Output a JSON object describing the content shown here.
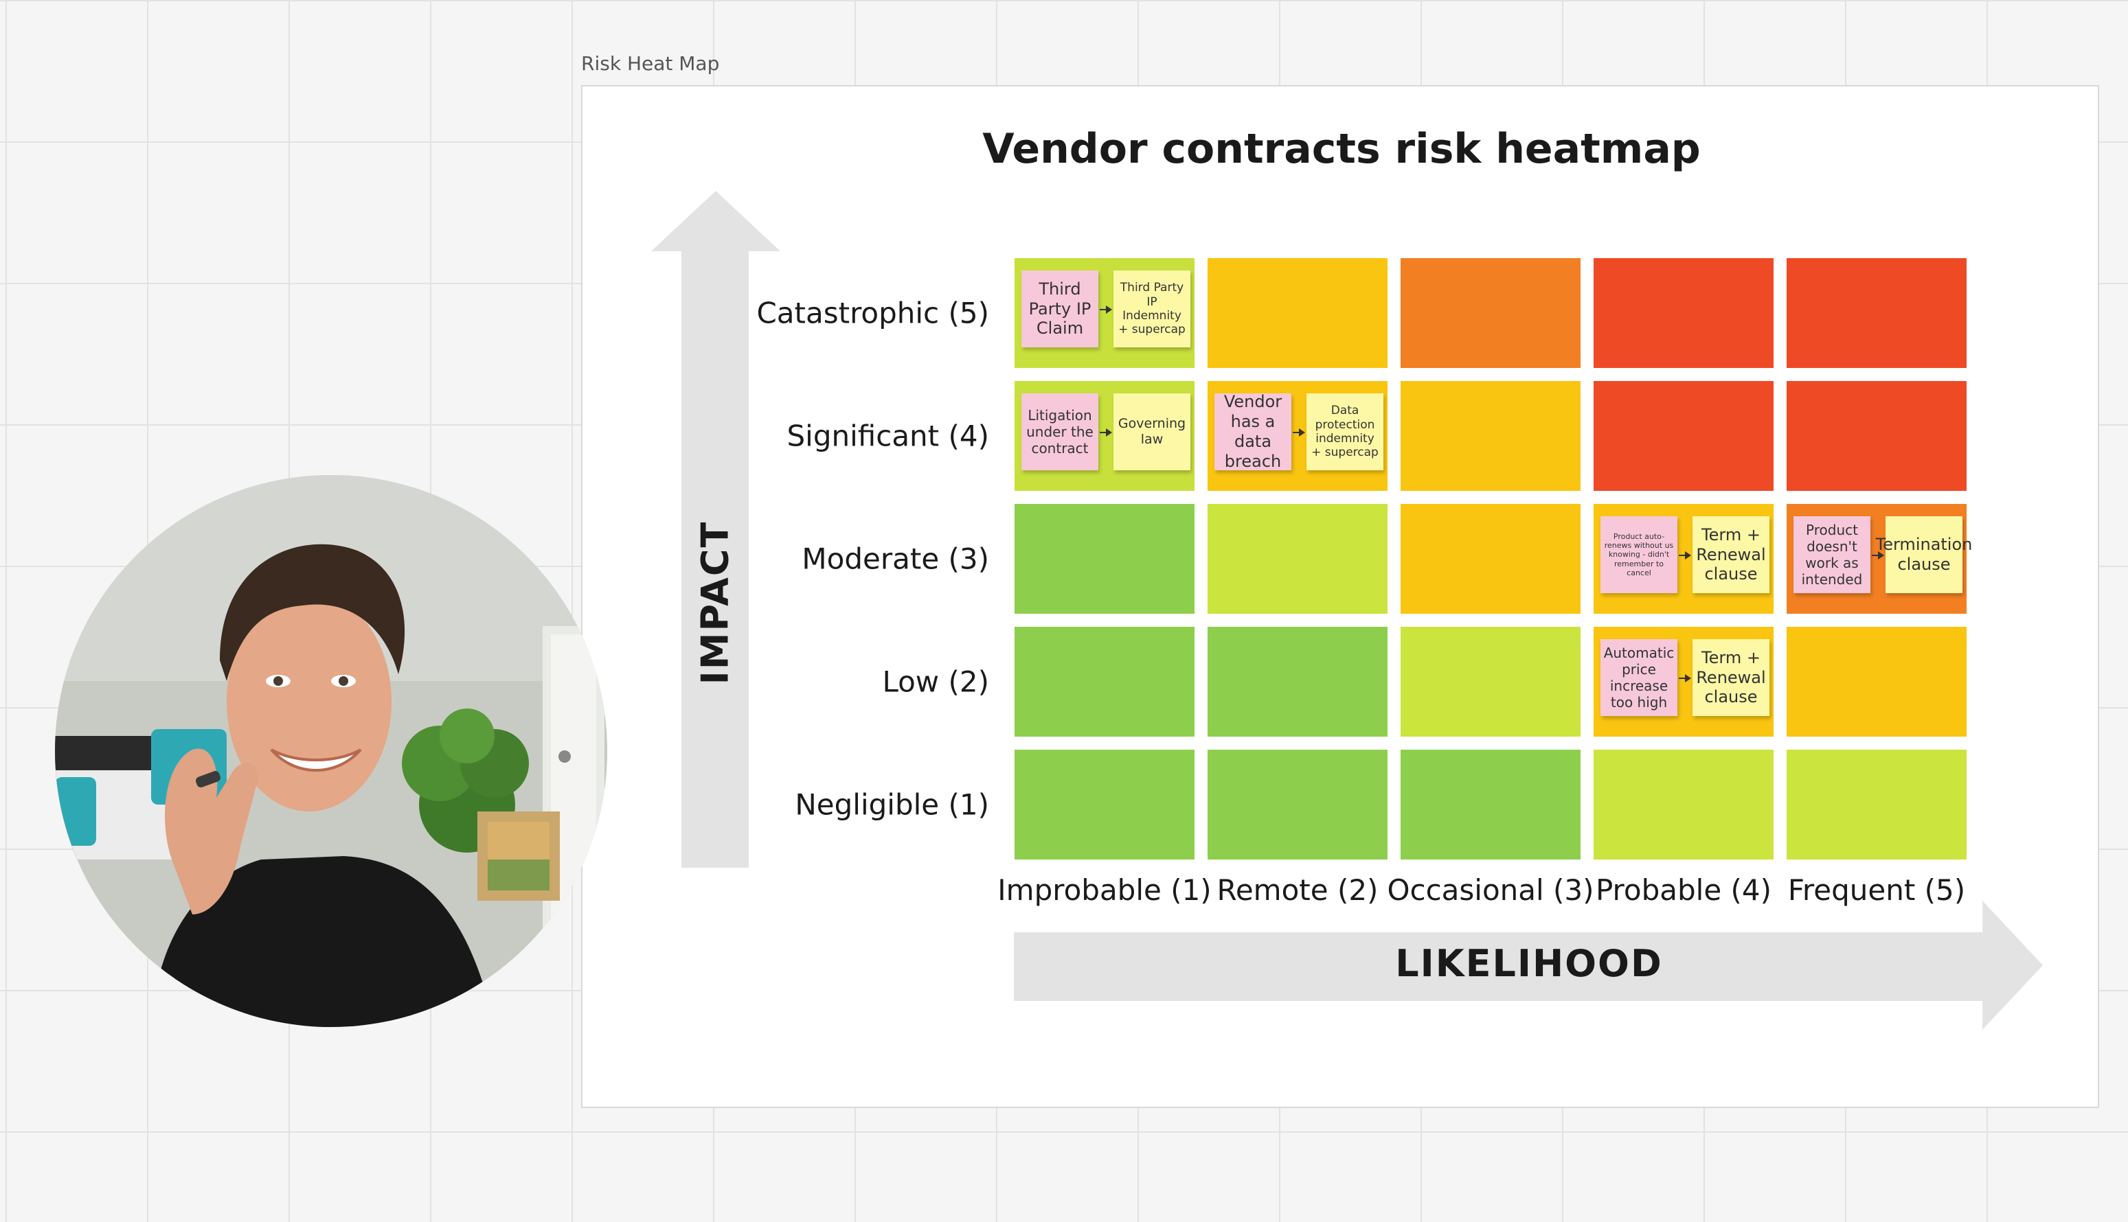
{
  "frame": {
    "label": "Risk Heat Map"
  },
  "heatmap": {
    "title": "Vendor contracts risk heatmap",
    "y_axis_title": "IMPACT",
    "x_axis_title": "LIKELIHOOD",
    "row_labels": [
      "Catastrophic (5)",
      "Significant (4)",
      "Moderate (3)",
      "Low (2)",
      "Negligible (1)"
    ],
    "col_labels": [
      "Improbable (1)",
      "Remote (2)",
      "Occasional (3)",
      "Probable (4)",
      "Frequent (5)"
    ],
    "cell_colors": [
      [
        "#c8e03c",
        "#f9c510",
        "#f27f22",
        "#ef4a26",
        "#ef4a26"
      ],
      [
        "#c8e03c",
        "#f9c510",
        "#f9c510",
        "#ef4a26",
        "#ef4a26"
      ],
      [
        "#8dcf4d",
        "#cbe43e",
        "#f9c510",
        "#f9c510",
        "#f27f22"
      ],
      [
        "#8dcf4d",
        "#8dcf4d",
        "#cbe43e",
        "#f9c510",
        "#f9c510"
      ],
      [
        "#8dcf4d",
        "#8dcf4d",
        "#8dcf4d",
        "#cbe43e",
        "#cbe43e"
      ]
    ],
    "risk_items": [
      {
        "row": 0,
        "col": 0,
        "risk": "Third Party IP Claim",
        "mitigation": "Third Party IP Indemnity + supercap"
      },
      {
        "row": 1,
        "col": 0,
        "risk": "Litigation under the contract",
        "mitigation": "Governing law"
      },
      {
        "row": 1,
        "col": 1,
        "risk": "Vendor has a data breach",
        "mitigation": "Data protection indemnity + supercap"
      },
      {
        "row": 2,
        "col": 3,
        "risk": "Product auto-renews without us knowing - didn't remember to cancel",
        "mitigation": "Term + Renewal clause"
      },
      {
        "row": 2,
        "col": 4,
        "risk": "Product doesn't work as intended",
        "mitigation": "Termination clause"
      },
      {
        "row": 3,
        "col": 3,
        "risk": "Automatic price increase too high",
        "mitigation": "Term + Renewal clause"
      }
    ]
  },
  "colors": {
    "dark_green": "#8dcf4d",
    "light_green": "#cbe43e",
    "yellow": "#f9c510",
    "orange": "#f27f22",
    "red": "#ef4a26",
    "sticky_pink": "#f7c8da",
    "sticky_yellow": "#fdf8a6"
  }
}
